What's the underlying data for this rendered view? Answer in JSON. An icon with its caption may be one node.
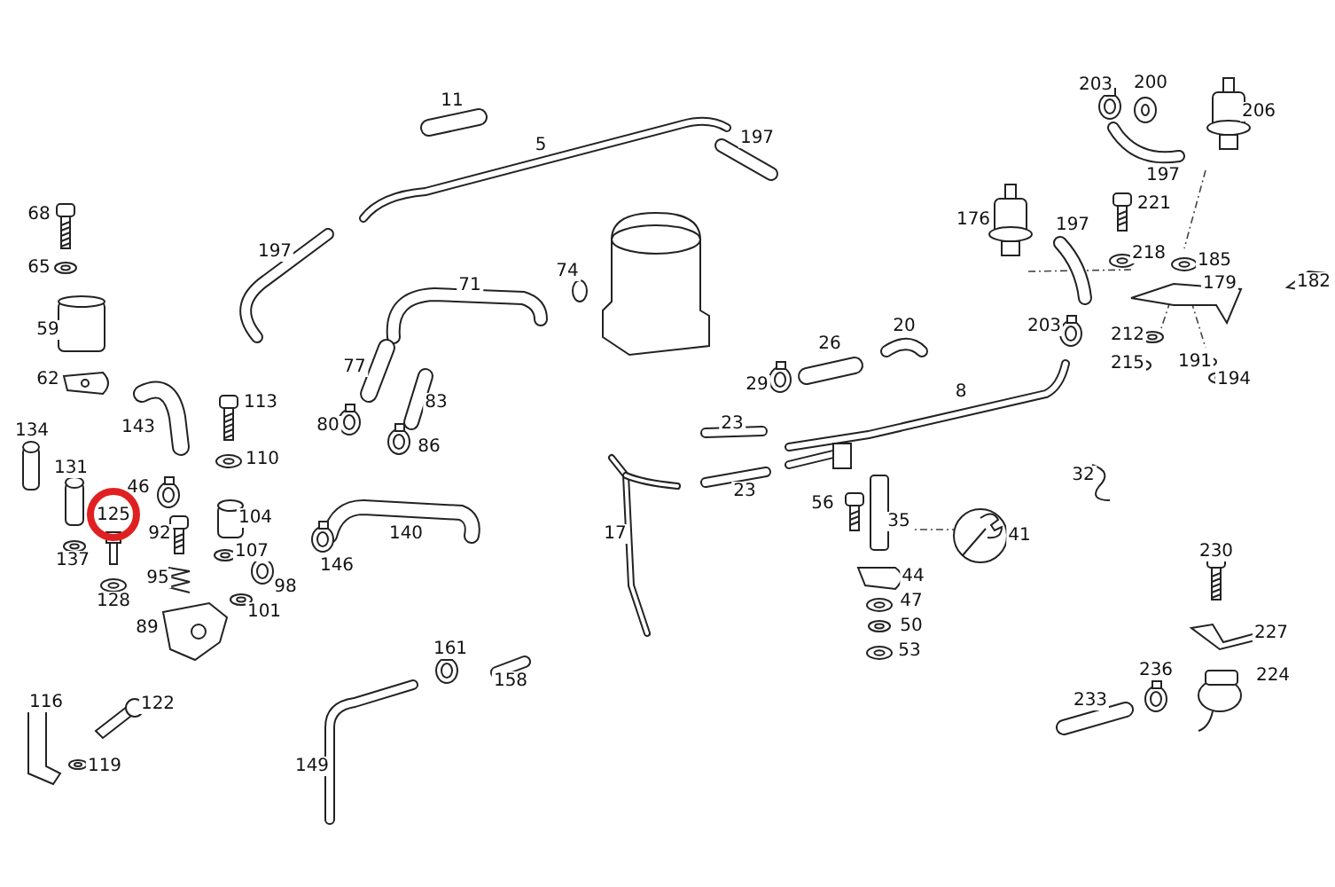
{
  "diagram": {
    "nodes": [
      {
        "text": [
          "125"
        ]
      },
      {
        "text": [],
        "shape": "picture"
      },
      {
        "text": [],
        "shape": "picture"
      }
    ],
    "edges": [
      {
        "from": 1,
        "to": 2,
        "arrow": "none",
        "style": "dashed"
      }
    ],
    "labels": [
      "11",
      "5",
      "197",
      "203",
      "200",
      "206",
      "197",
      "68",
      "176",
      "221",
      "197",
      "197",
      "65",
      "74",
      "218",
      "185",
      "71",
      "179",
      "182",
      "59",
      "203",
      "20",
      "26",
      "212",
      "77",
      "191",
      "215",
      "194",
      "29",
      "62",
      "8",
      "113",
      "83",
      "80",
      "143",
      "134",
      "23",
      "86",
      "110",
      "23",
      "131",
      "32",
      "46",
      "104",
      "56",
      "35",
      "41",
      "92",
      "140",
      "146",
      "137",
      "107",
      "230",
      "98",
      "95",
      "128",
      "44",
      "101",
      "47",
      "89",
      "50",
      "227",
      "161",
      "53",
      "224",
      "158",
      "236",
      "116",
      "122",
      "233",
      "119",
      "149",
      "17"
    ]
  }
}
